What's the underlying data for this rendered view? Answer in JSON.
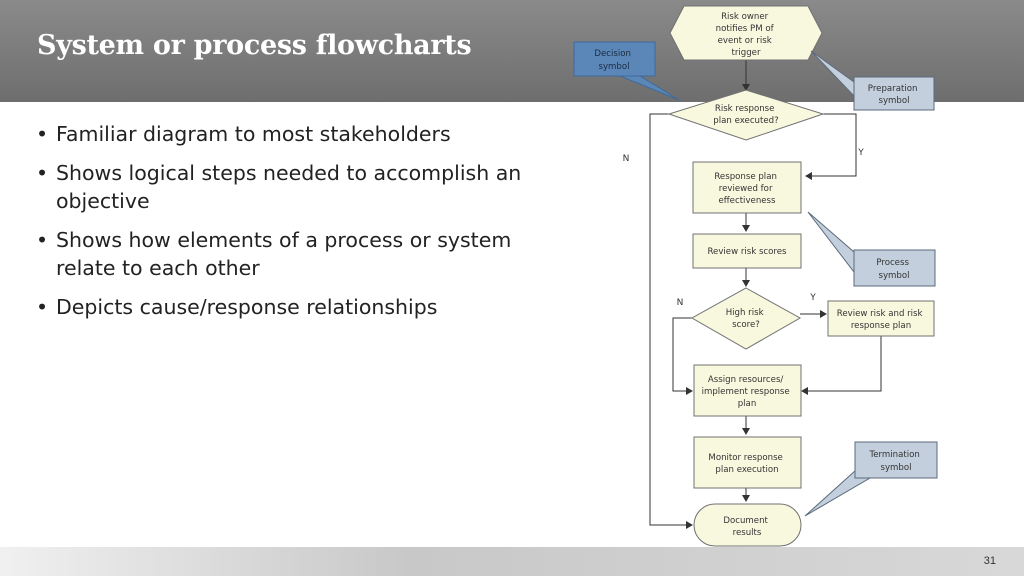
{
  "slide": {
    "title": "System or process flowcharts",
    "page_number": "31",
    "bullets": [
      "Familiar diagram to most stakeholders",
      "Shows logical steps needed to accomplish an objective",
      "Shows how elements of a process or system relate to each other",
      "Depicts cause/response relationships"
    ]
  },
  "flowchart": {
    "nodes": {
      "start": [
        "Risk owner",
        "notifies PM of",
        "event or risk",
        "trigger"
      ],
      "decision1": [
        "Risk response",
        "plan executed?"
      ],
      "reviewed": [
        "Response plan",
        "reviewed for",
        "effectiveness"
      ],
      "scores": [
        "Review risk scores"
      ],
      "decision2": [
        "High risk",
        "score?"
      ],
      "review_plan": [
        "Review risk and risk",
        "response plan"
      ],
      "assign": [
        "Assign resources/",
        "implement response",
        "plan"
      ],
      "monitor": [
        "Monitor response",
        "plan execution"
      ],
      "document": [
        "Document",
        "results"
      ]
    },
    "branch_labels": {
      "d1_no": "N",
      "d1_yes": "Y",
      "d2_no": "N",
      "d2_yes": "Y"
    },
    "callouts": {
      "decision": [
        "Decision",
        "symbol"
      ],
      "preparation": [
        "Preparation",
        "symbol"
      ],
      "process": [
        "Process",
        "symbol"
      ],
      "termination": [
        "Termination",
        "symbol"
      ]
    }
  },
  "colors": {
    "node_fill": "#f8f8df",
    "node_stroke": "#707070",
    "decision_callout_fill": "#5b87b8",
    "callout_fill": "#c3cfdc",
    "callout_stroke": "#5a6a7c"
  }
}
